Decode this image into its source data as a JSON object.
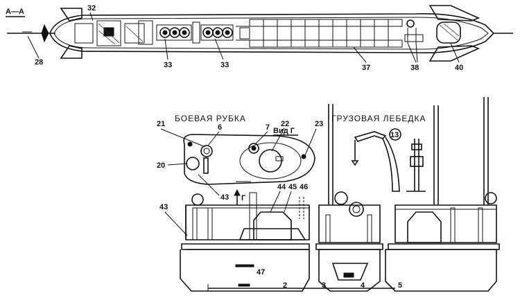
{
  "section_label": "А—А",
  "titles": {
    "conning_tower": "БОЕВАЯ  РУБКА",
    "view": "Вид Г",
    "cargo_winch": "ГРУЗОВАЯ  ЛЕБЕДКА"
  },
  "callouts": {
    "c2": "2",
    "c3": "3",
    "c4": "4",
    "c5": "5",
    "c6": "6",
    "c7": "7",
    "c13": "13",
    "c20": "20",
    "c21": "21",
    "c22": "22",
    "c23": "23",
    "c28": "28",
    "c32": "32",
    "c33a": "33",
    "c33b": "33",
    "c37": "37",
    "c38": "38",
    "c40": "40",
    "c43a": "43",
    "c43b": "43",
    "c44": "44",
    "c45": "45",
    "c46": "46",
    "c47": "47"
  },
  "arrow_label": "Г"
}
